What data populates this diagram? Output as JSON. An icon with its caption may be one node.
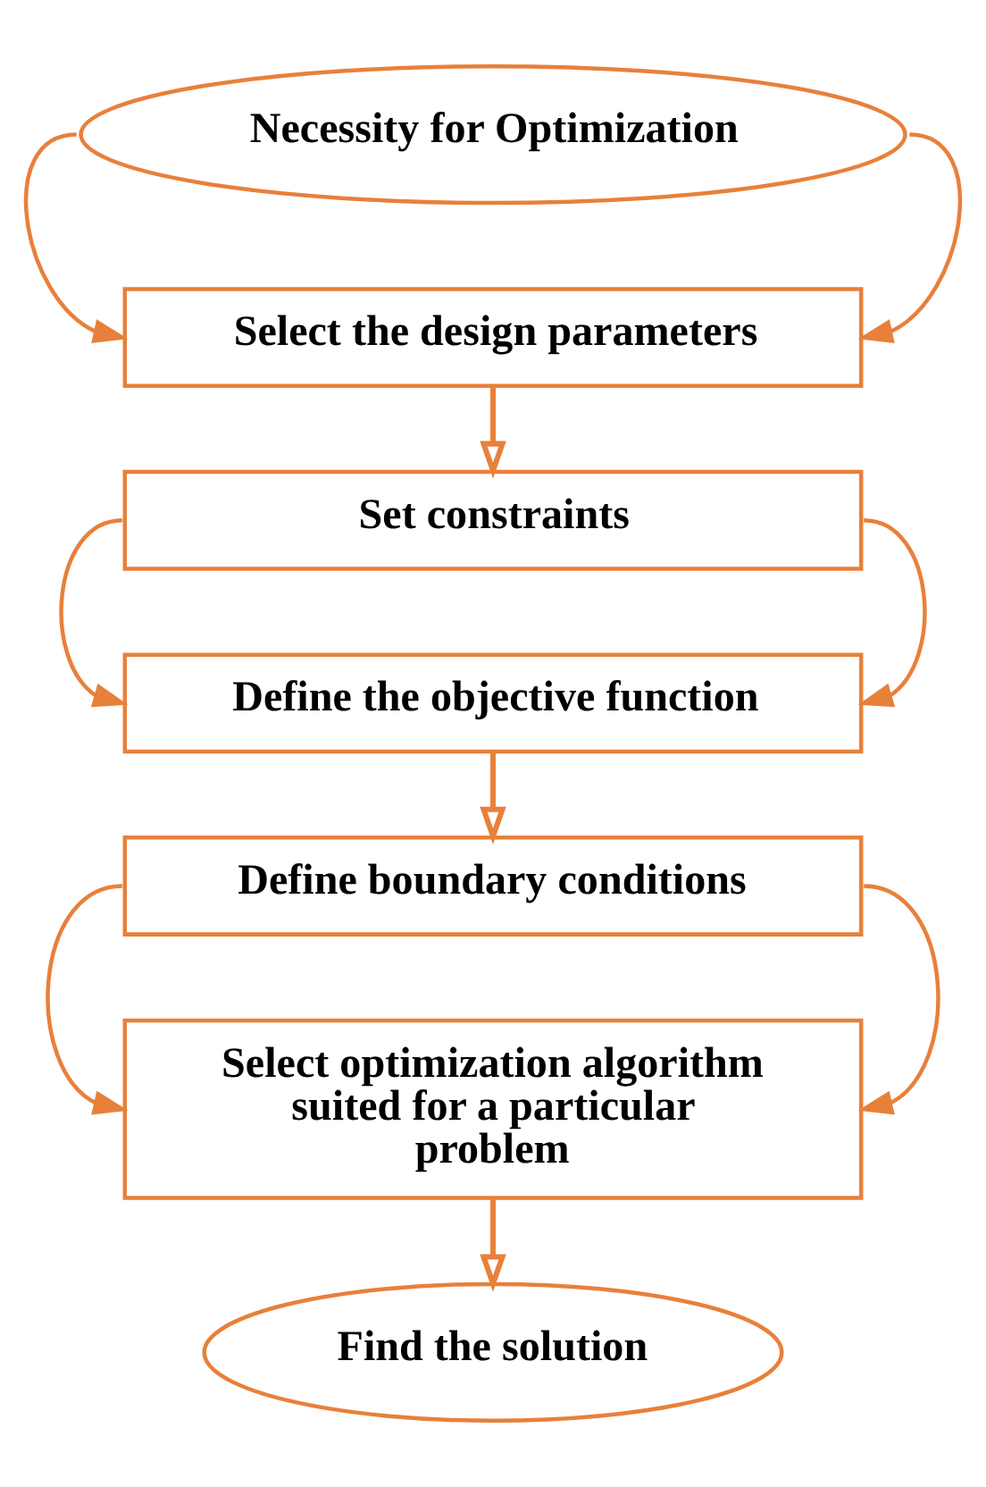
{
  "diagram": {
    "nodes": [
      {
        "text": [
          "Necessity for Optimization"
        ]
      },
      {
        "text": [
          "Select the design parameters"
        ]
      },
      {
        "text": [
          "Set constraints"
        ]
      },
      {
        "text": [
          "Define the objective function"
        ]
      },
      {
        "text": [
          "Define boundary conditions"
        ]
      },
      {
        "text": [
          "Select optimization algorithm suited for a particular problem"
        ]
      },
      {
        "text": [
          "Find the solution"
        ]
      }
    ],
    "edges": [
      {
        "from": 0,
        "to": 1,
        "arrow": "to"
      },
      {
        "from": 0,
        "to": 1,
        "arrow": "to"
      },
      {
        "from": 1,
        "to": 2,
        "arrow": "to"
      },
      {
        "from": 2,
        "to": 3,
        "arrow": "to"
      },
      {
        "from": 2,
        "to": 3,
        "arrow": "to"
      },
      {
        "from": 3,
        "to": 4,
        "arrow": "to"
      },
      {
        "from": 4,
        "to": 5,
        "arrow": "to"
      },
      {
        "from": 4,
        "to": 5,
        "arrow": "to"
      },
      {
        "from": 5,
        "to": 6,
        "arrow": "to"
      }
    ]
  }
}
